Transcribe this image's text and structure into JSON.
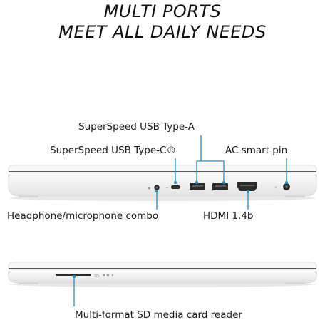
{
  "headline": {
    "line1": "MULTI PORTS",
    "line2": "MEET ALL DAILY NEEDS"
  },
  "ports": {
    "usb_a": "SuperSpeed USB Type-A",
    "usb_c": "SuperSpeed USB Type-C®",
    "ac_pin": "AC smart pin",
    "headphone": "Headphone/microphone combo",
    "hdmi": "HDMI 1.4b",
    "sd_reader": "Multi-format SD media card reader"
  },
  "device_markings": {
    "sd_text": "SD"
  },
  "colors": {
    "callout": "#1f8fbf",
    "laptop_body": "#f4f4f4",
    "laptop_edge": "#5a5a5a",
    "text": "#1a1a1a"
  }
}
